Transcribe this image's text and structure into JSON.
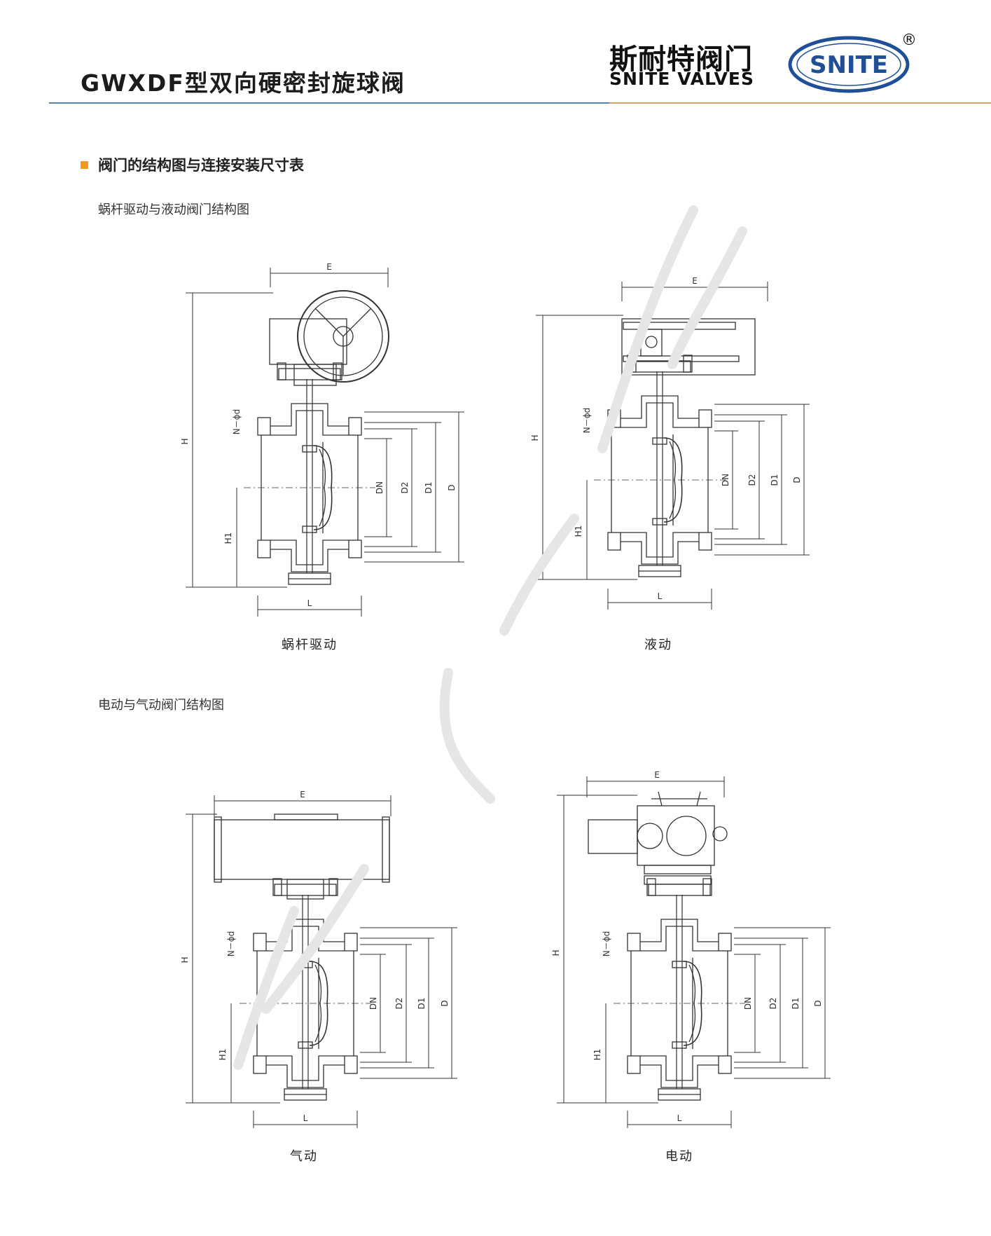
{
  "header": {
    "title": "GWXDF型双向硬密封旋球阀",
    "brand_cn": "斯耐特阀门",
    "brand_en": "SNITE VALVES",
    "logo_text": "SNITE",
    "registered_mark": "®"
  },
  "section": {
    "heading": "阀门的结构图与连接安装尺寸表",
    "sub1": "蜗杆驱动与液动阀门结构图",
    "sub2": "电动与气动阀门结构图"
  },
  "diagrams": {
    "worm": {
      "caption": "蜗杆驱动"
    },
    "hydraulic": {
      "caption": "液动"
    },
    "pneumatic": {
      "caption": "气动"
    },
    "electric": {
      "caption": "电动"
    }
  },
  "dims": {
    "E": "E",
    "H": "H",
    "H1": "H1",
    "L": "L",
    "DN": "DN",
    "D2": "D2",
    "D1": "D1",
    "D": "D",
    "Nd": "N－ϕd"
  },
  "colors": {
    "accent_bullet": "#f39a1e",
    "rule_blue": "#5a7fae",
    "rule_gold": "#c9a866",
    "logo_blue": "#1f4f96"
  }
}
